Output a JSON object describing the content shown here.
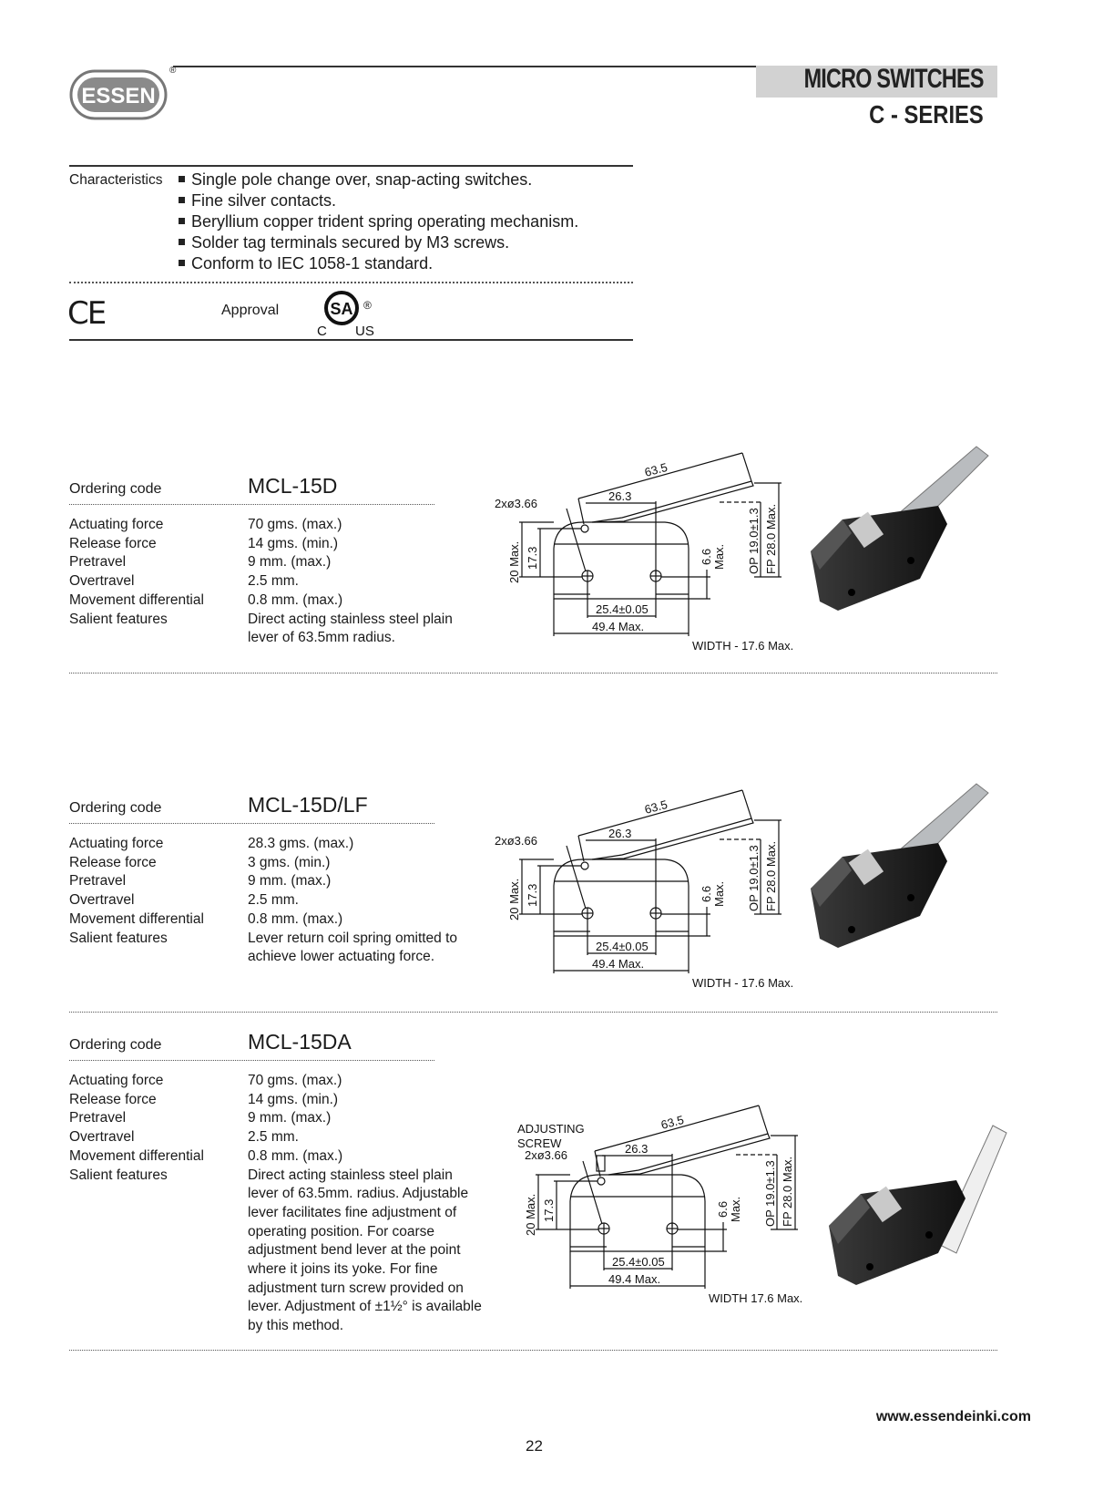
{
  "header": {
    "brand": "ESSEN",
    "title": "MICRO SWITCHES",
    "subtitle": "C - SERIES"
  },
  "characteristics": {
    "label": "Characteristics",
    "items": [
      "Single pole change over, snap-acting switches.",
      "Fine silver contacts.",
      "Beryllium copper trident spring operating mechanism.",
      "Solder tag terminals secured by M3 screws.",
      "Conform to IEC 1058-1 standard."
    ],
    "ce_mark": "CE",
    "approval_label": "Approval",
    "csa_mark": "SA",
    "csa_c": "C",
    "csa_us": "US"
  },
  "sections": [
    {
      "ordering_label": "Ordering code",
      "code": "MCL-15D",
      "specs": [
        {
          "k": "Actuating force",
          "v": "70 gms. (max.)"
        },
        {
          "k": "Release force",
          "v": "14 gms. (min.)"
        },
        {
          "k": "Pretravel",
          "v": "9 mm. (max.)"
        },
        {
          "k": "Overtravel",
          "v": "2.5 mm."
        },
        {
          "k": "Movement differential",
          "v": "0.8 mm. (max.)"
        },
        {
          "k": "Salient features",
          "v": "Direct acting stainless steel plain lever of 63.5mm radius."
        }
      ],
      "diagram": {
        "lever": "63.5",
        "holes": "2xø3.66",
        "d1": "26.3",
        "h1": "20 Max.",
        "h2": "17.3",
        "d66": "6.6",
        "max": "Max.",
        "op": "OP 19.0±1.3",
        "fp": "FP 28.0 Max.",
        "pitch": "25.4±0.05",
        "len": "49.4 Max.",
        "width": "WIDTH - 17.6 Max."
      }
    },
    {
      "ordering_label": "Ordering code",
      "code": "MCL-15D/LF",
      "specs": [
        {
          "k": "Actuating force",
          "v": "28.3 gms. (max.)"
        },
        {
          "k": "Release force",
          "v": "3 gms. (min.)"
        },
        {
          "k": "Pretravel",
          "v": "9 mm. (max.)"
        },
        {
          "k": "Overtravel",
          "v": "2.5 mm."
        },
        {
          "k": "Movement differential",
          "v": "0.8 mm. (max.)"
        },
        {
          "k": "Salient features",
          "v": "Lever return coil spring omitted to achieve lower actuating force."
        }
      ],
      "diagram": {
        "lever": "63.5",
        "holes": "2xø3.66",
        "d1": "26.3",
        "h1": "20 Max.",
        "h2": "17.3",
        "d66": "6.6",
        "max": "Max.",
        "op": "OP 19.0±1.3",
        "fp": "FP 28.0 Max.",
        "pitch": "25.4±0.05",
        "len": "49.4 Max.",
        "width": "WIDTH - 17.6 Max."
      }
    },
    {
      "ordering_label": "Ordering code",
      "code": "MCL-15DA",
      "specs": [
        {
          "k": "Actuating force",
          "v": "70 gms. (max.)"
        },
        {
          "k": "Release force",
          "v": "14 gms. (min.)"
        },
        {
          "k": "Pretravel",
          "v": "9 mm. (max.)"
        },
        {
          "k": "Overtravel",
          "v": "2.5 mm."
        },
        {
          "k": "Movement differential",
          "v": "0.8 mm. (max.)"
        },
        {
          "k": "Salient features",
          "v": "Direct acting stainless steel plain lever of 63.5mm. radius. Adjustable lever facilitates fine adjustment of operating position. For coarse adjustment bend lever at the point where it joins its yoke. For fine adjustment turn screw provided on lever.  Adjustment of ±1½° is available by this method."
        }
      ],
      "diagram": {
        "lever": "63.5",
        "adj1": "ADJUSTING",
        "adj2": "SCREW",
        "holes": "2xø3.66",
        "d1": "26.3",
        "h1": "20 Max.",
        "h2": "17.3",
        "d66": "6.6",
        "max": "Max.",
        "op": "OP 19.0±1.3",
        "fp": "FP 28.0 Max.",
        "pitch": "25.4±0.05",
        "len": "49.4 Max.",
        "width": "WIDTH 17.6 Max."
      }
    }
  ],
  "footer": {
    "url": "www.essendeinki.com",
    "page": "22"
  }
}
